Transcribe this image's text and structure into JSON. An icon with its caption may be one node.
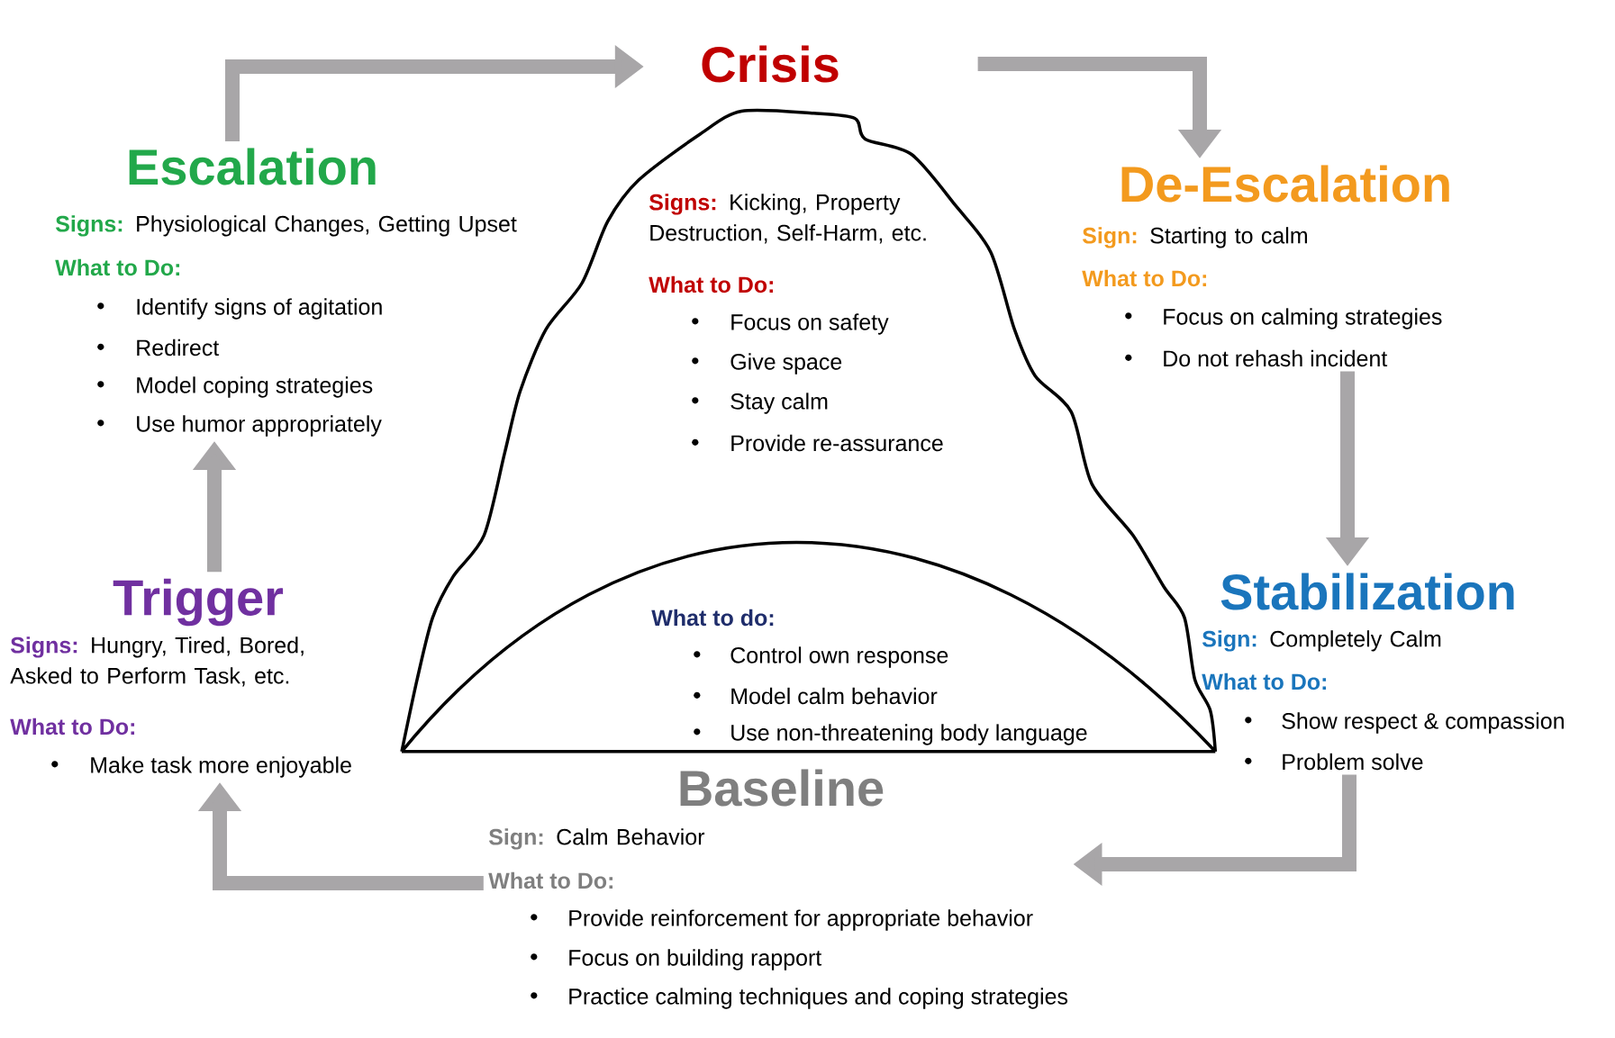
{
  "diagram": {
    "nodes": [
      {
        "text": [
          "Crisis",
          "Signs:",
          "Kicking, Property Destruction, Self-Harm, etc.",
          "What to Do:",
          "Focus on safety",
          "Give space",
          "Stay calm",
          "Provide re-assurance"
        ]
      },
      {
        "text": [
          "Escalation",
          "Signs:",
          "Physiological Changes, Getting Upset",
          "What to Do:",
          "Identify signs of agitation",
          "Redirect",
          "Model coping strategies",
          "Use humor appropriately"
        ]
      },
      {
        "text": [
          "De-Escalation",
          "Sign:",
          "Starting to calm",
          "What to Do:",
          "Focus on calming strategies",
          "Do not rehash incident"
        ]
      },
      {
        "text": [
          "Trigger",
          "Signs:",
          "Hungry, Tired, Bored, Asked to Perform Task, etc.",
          "What to Do:",
          "Make task more enjoyable"
        ]
      },
      {
        "text": [
          "Stabilization",
          "Sign:",
          "Completely Calm",
          "What to Do:",
          "Show respect & compassion",
          "Problem solve"
        ]
      },
      {
        "text": [
          "What to do:",
          "Control own response",
          "Model calm behavior",
          "Use non-threatening body language"
        ]
      },
      {
        "text": [
          "Baseline",
          "Sign:",
          "Calm Behavior",
          "What to Do:",
          "Provide reinforcement for appropriate behavior",
          "Focus on building rapport",
          "Practice calming techniques and coping strategies"
        ]
      }
    ],
    "edges": [
      {
        "from": 1,
        "to": 0,
        "arrow": "to"
      },
      {
        "from": 0,
        "to": 2,
        "arrow": "to"
      },
      {
        "from": 2,
        "to": 4,
        "arrow": "to"
      },
      {
        "from": 4,
        "to": 6,
        "arrow": "to"
      },
      {
        "from": 6,
        "to": 3,
        "arrow": "to"
      },
      {
        "from": 3,
        "to": 1,
        "arrow": "to"
      }
    ]
  }
}
